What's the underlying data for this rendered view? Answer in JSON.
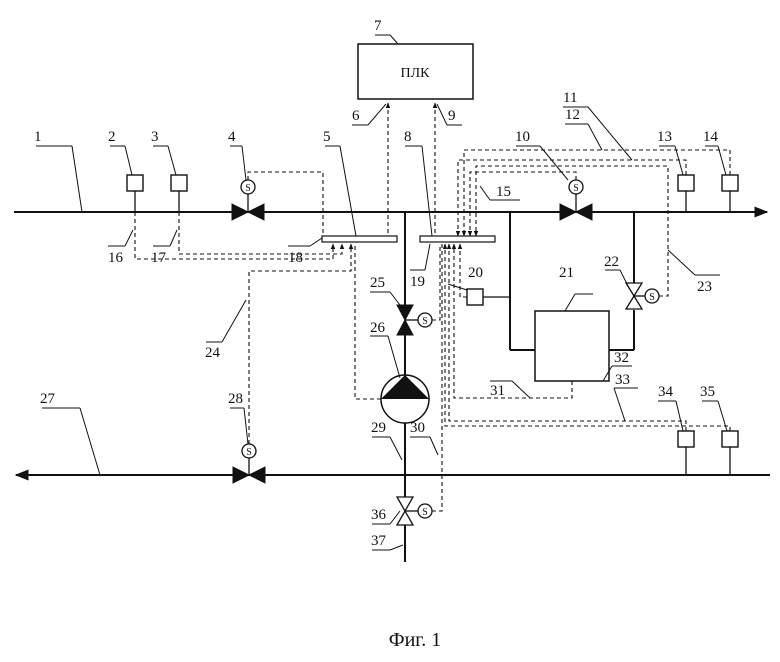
{
  "controller": {
    "label": "ПЛК"
  },
  "caption": "Фиг. 1",
  "labels": {
    "n1": "1",
    "n2": "2",
    "n3": "3",
    "n4": "4",
    "n5": "5",
    "n6": "6",
    "n7": "7",
    "n8": "8",
    "n9": "9",
    "n10": "10",
    "n11": "11",
    "n12": "12",
    "n13": "13",
    "n14": "14",
    "n15": "15",
    "n16": "16",
    "n17": "17",
    "n18": "18",
    "n19": "19",
    "n20": "20",
    "n21": "21",
    "n22": "22",
    "n23": "23",
    "n24": "24",
    "n25": "25",
    "n26": "26",
    "n27": "27",
    "n28": "28",
    "n29": "29",
    "n30": "30",
    "n31": "31",
    "n32": "32",
    "n33": "33",
    "n34": "34",
    "n35": "35",
    "n36": "36",
    "n37": "37"
  },
  "actuator_mark": "S"
}
